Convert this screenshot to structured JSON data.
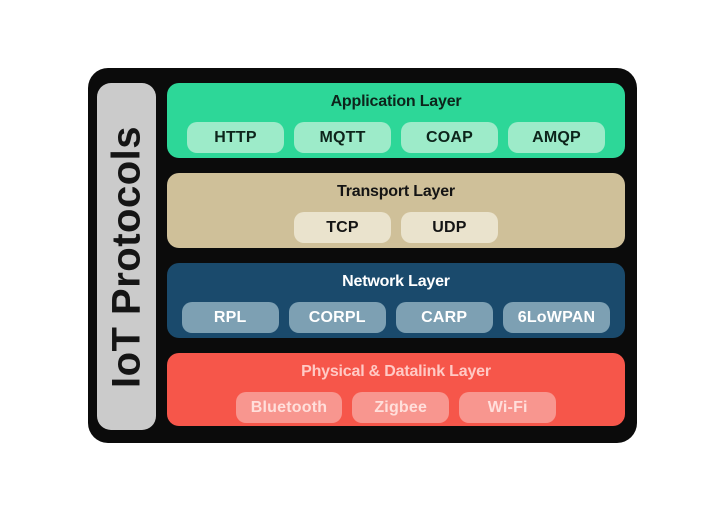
{
  "sidebar": {
    "label": "IoT Protocols",
    "bg": "#cbcbcb",
    "text_color": "#151515"
  },
  "colors": {
    "canvas": "#ffffff",
    "frame": "#0b0b0b"
  },
  "layers": [
    {
      "id": "application",
      "title": "Application Layer",
      "bg": "#2dd798",
      "pill_bg": "#9debc9",
      "title_color": "#0d241b",
      "pill_text_color": "#0d241b",
      "protocols": [
        "HTTP",
        "MQTT",
        "COAP",
        "AMQP"
      ]
    },
    {
      "id": "transport",
      "title": "Transport Layer",
      "bg": "#cfc099",
      "pill_bg": "#eae3cd",
      "title_color": "#141414",
      "pill_text_color": "#141414",
      "protocols": [
        "TCP",
        "UDP"
      ]
    },
    {
      "id": "network",
      "title": "Network Layer",
      "bg": "#1a4a6c",
      "pill_bg": "#7da0b3",
      "title_color": "#ffffff",
      "pill_text_color": "#ffffff",
      "protocols": [
        "RPL",
        "CORPL",
        "CARP",
        "6LoWPAN"
      ]
    },
    {
      "id": "physical-datalink",
      "title": "Physical & Datalink Layer",
      "bg": "#f6564a",
      "pill_bg": "#f8968f",
      "title_color": "#ffcac5",
      "pill_text_color": "#ffdfdb",
      "protocols": [
        "Bluetooth",
        "Zigbee",
        "Wi-Fi"
      ]
    }
  ]
}
